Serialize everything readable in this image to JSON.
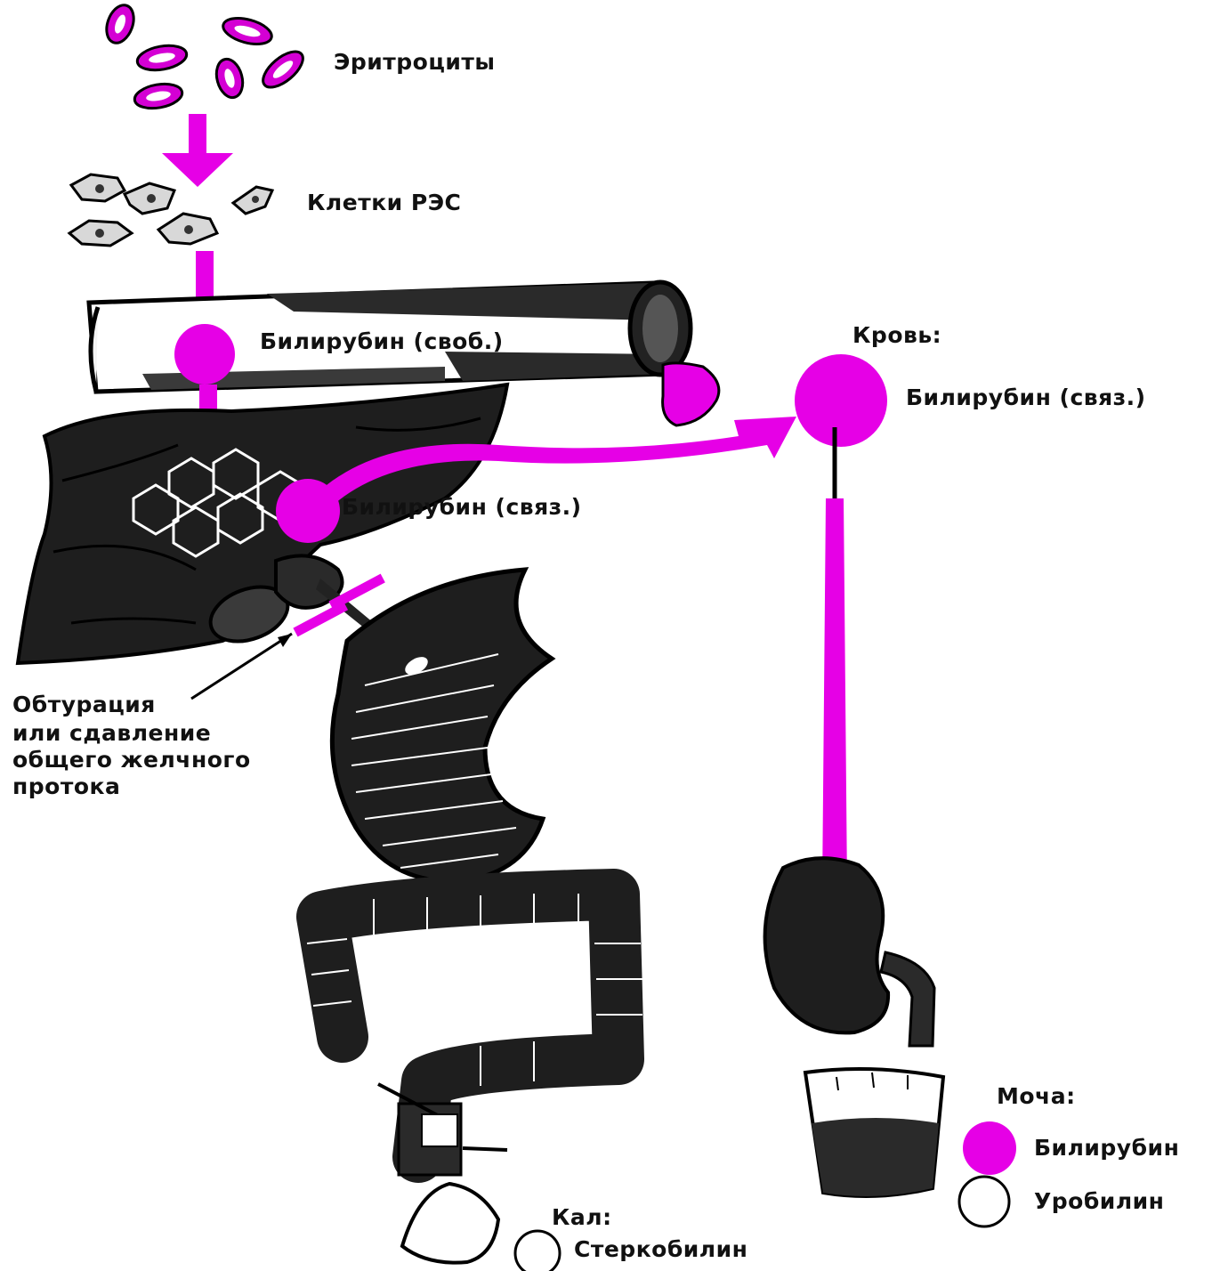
{
  "labels": {
    "erythrocytes": "Эритроциты",
    "res_cells": "Клетки РЭС",
    "bilirubin_free": "Билирубин (своб.)",
    "blood": "Кровь:",
    "bilirubin_bound_blood": "Билирубин (связ.)",
    "bilirubin_bound_liver": "Билирубин (связ.)",
    "obturation_line1": "Обтурация",
    "obturation_line2": "или сдавление",
    "obturation_line3": "общего желчного",
    "obturation_line4": "протока",
    "urine": "Моча:",
    "urine_bilirubin": "Билирубин",
    "urine_urobilin": "Уробилин",
    "feces": "Кал:",
    "feces_stercobilin": "Стеркобилин"
  },
  "colors": {
    "accent_magenta": "#e600e6",
    "ink": "#1a1a1a",
    "background": "#ffffff"
  },
  "icons": {
    "present_marker": "filled-magenta-circle",
    "absent_marker": "empty-circle"
  }
}
